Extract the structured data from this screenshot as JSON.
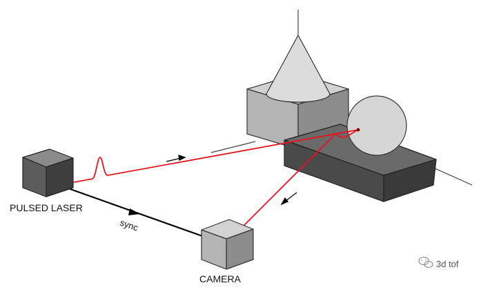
{
  "labels": {
    "pulsed_laser": "PULSED LASER",
    "camera": "CAMERA",
    "sync": "sync"
  },
  "watermark": {
    "text": "3d tof",
    "icon": "wechat-icon"
  },
  "colors": {
    "laser_beam": "#e8141d",
    "sync_line": "#000000",
    "cube_light": "#d2d2d2",
    "cube_mid": "#b4b4b4",
    "cube_dark": "#8c8c8c",
    "device_top": "#8a8a8a",
    "device_front": "#5c5c5c",
    "device_side": "#3e3e3e",
    "slab_top": "#6a6a6a",
    "slab_front": "#4a4a4a",
    "slab_side": "#3a3a3a",
    "sphere": "#d6d6d6",
    "cone": "#dcdcdc"
  }
}
